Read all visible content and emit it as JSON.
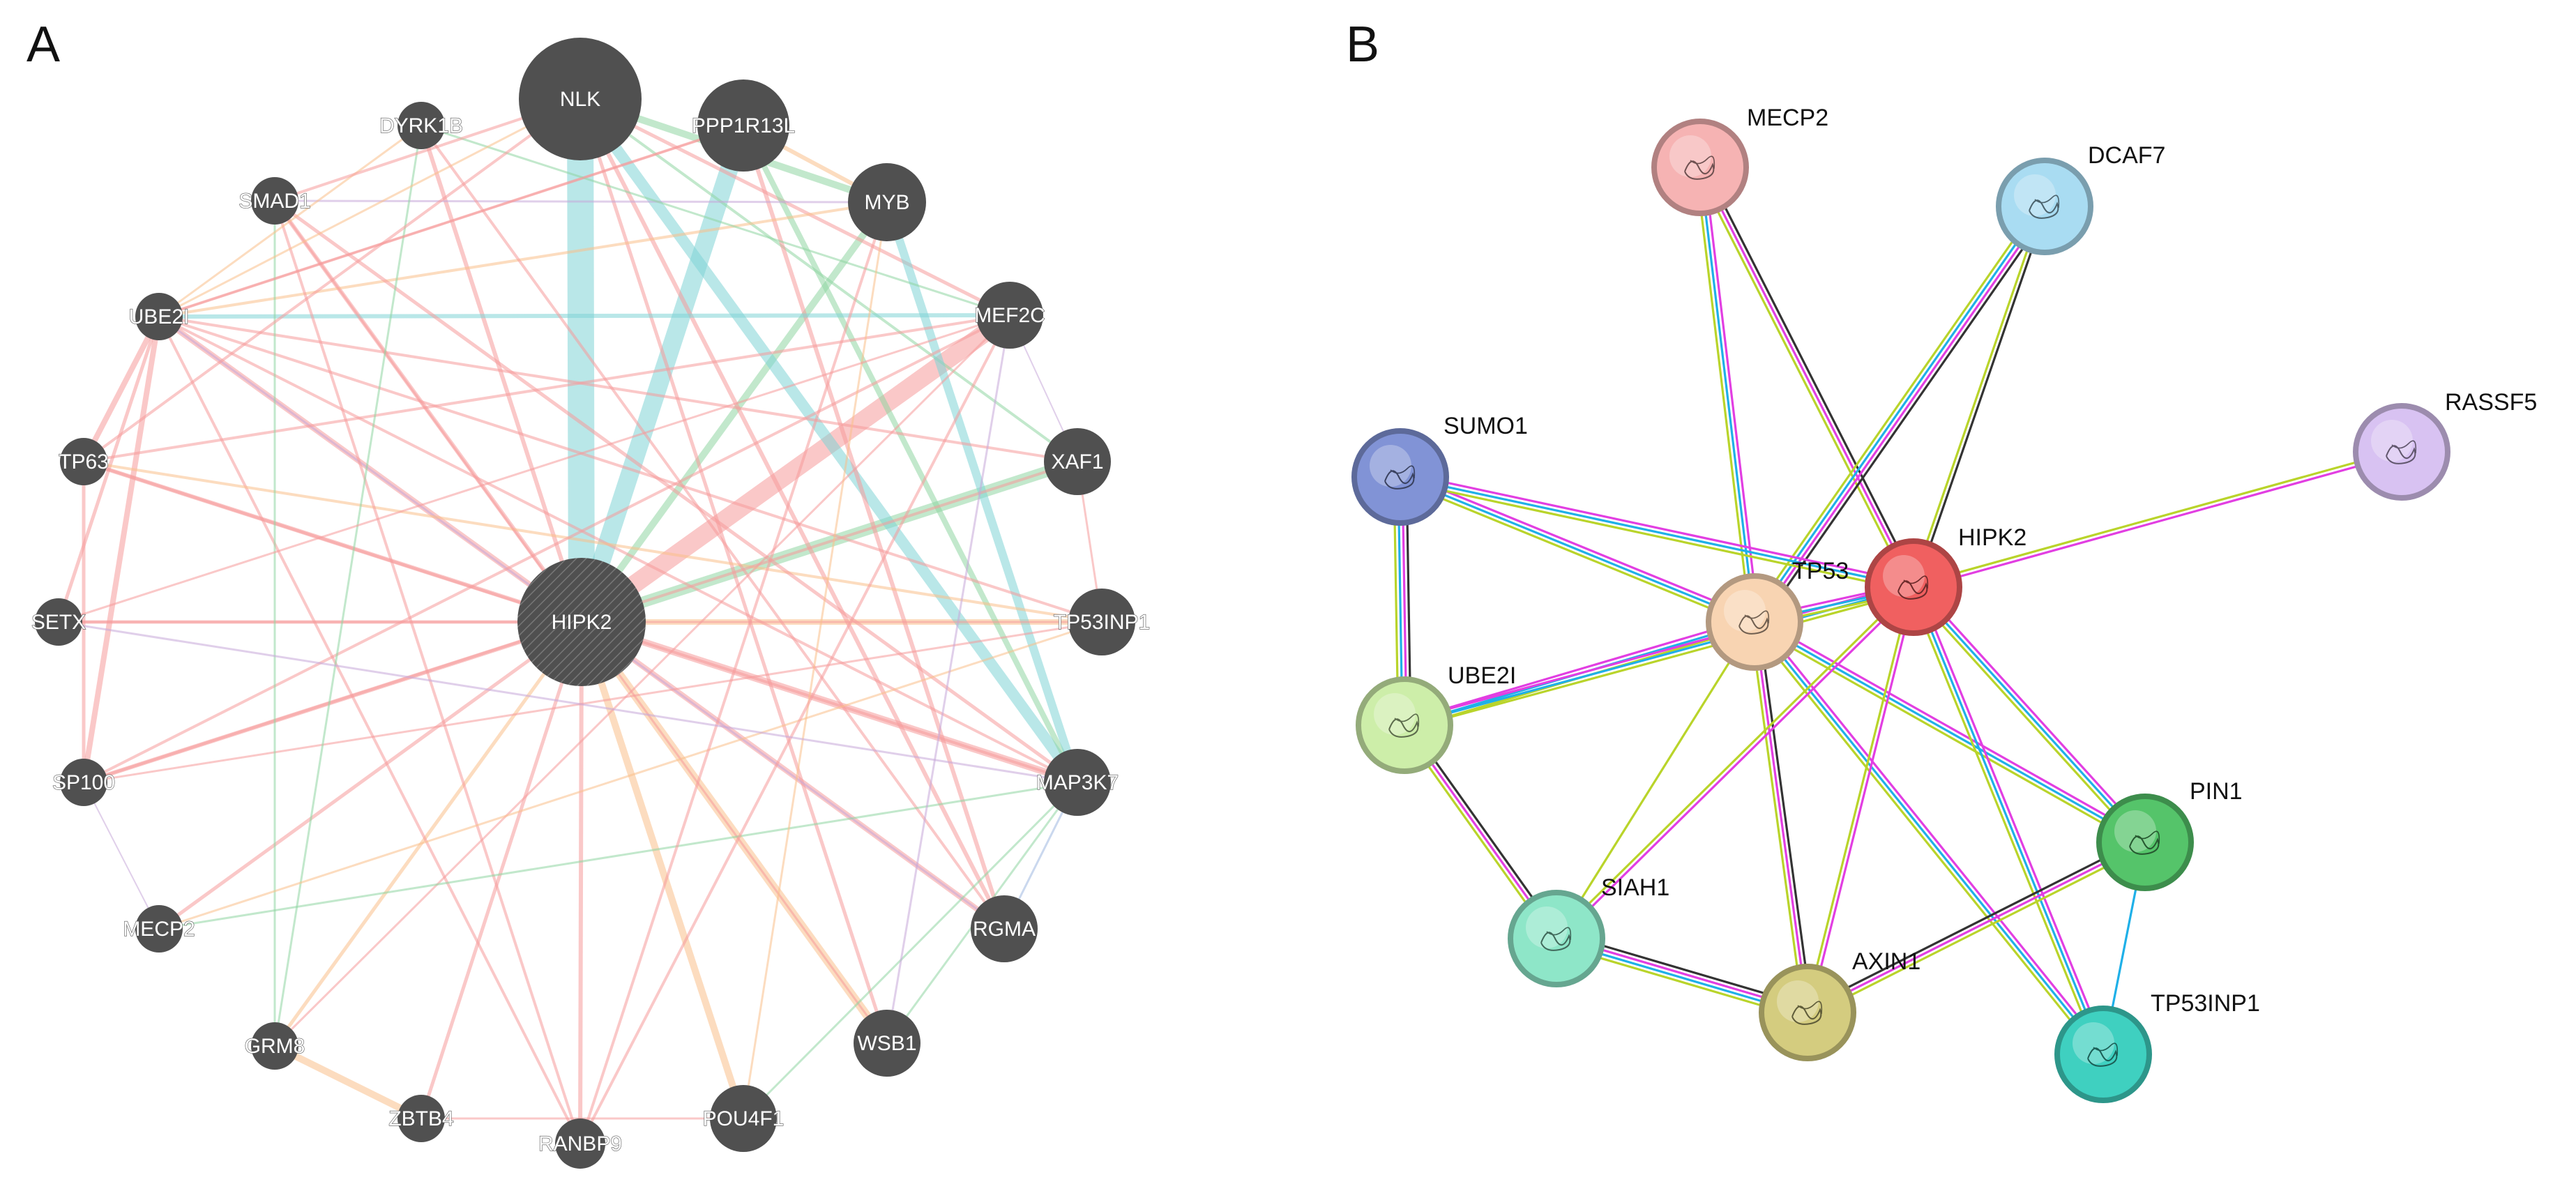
{
  "panels": {
    "a": {
      "letter": "A"
    },
    "b": {
      "letter": "B"
    }
  },
  "network_a": {
    "node_color": "#505050",
    "nodes": [
      {
        "id": "NLK",
        "label": "NLK"
      },
      {
        "id": "PPP1R13L",
        "label": "PPP1R13L"
      },
      {
        "id": "DYRK1B",
        "label": "DYRK1B"
      },
      {
        "id": "MYB",
        "label": "MYB"
      },
      {
        "id": "SMAD1",
        "label": "SMAD1"
      },
      {
        "id": "MEF2C",
        "label": "MEF2C"
      },
      {
        "id": "UBE2I",
        "label": "UBE2I"
      },
      {
        "id": "XAF1",
        "label": "XAF1"
      },
      {
        "id": "TP63",
        "label": "TP63"
      },
      {
        "id": "HIPK2",
        "label": "HIPK2"
      },
      {
        "id": "SETX",
        "label": "SETX"
      },
      {
        "id": "TP53INP1",
        "label": "TP53INP1"
      },
      {
        "id": "SP100",
        "label": "SP100"
      },
      {
        "id": "MAP3K7",
        "label": "MAP3K7"
      },
      {
        "id": "MECP2",
        "label": "MECP2"
      },
      {
        "id": "RGMA",
        "label": "RGMA"
      },
      {
        "id": "GRM8",
        "label": "GRM8"
      },
      {
        "id": "WSB1",
        "label": "WSB1"
      },
      {
        "id": "ZBTB4",
        "label": "ZBTB4"
      },
      {
        "id": "POU4F1",
        "label": "POU4F1"
      },
      {
        "id": "RANBP9",
        "label": "RANBP9"
      }
    ],
    "edge_colors": {
      "pink": "#f59a9a",
      "cyan": "#7fd3d6",
      "green": "#8fd6a3",
      "orange": "#f9c08a",
      "purple": "#c7a8d8",
      "blue": "#9fb8e0"
    }
  },
  "network_b": {
    "nodes": [
      {
        "id": "MECP2",
        "label": "MECP2",
        "color": "#f6b3b3"
      },
      {
        "id": "DCAF7",
        "label": "DCAF7",
        "color": "#a9dcf2"
      },
      {
        "id": "RASSF5",
        "label": "RASSF5",
        "color": "#d8c2f2"
      },
      {
        "id": "SUMO1",
        "label": "SUMO1",
        "color": "#8193d6"
      },
      {
        "id": "HIPK2",
        "label": "HIPK2",
        "color": "#f06060"
      },
      {
        "id": "TP53",
        "label": "TP53",
        "color": "#f8d4b2"
      },
      {
        "id": "UBE2I",
        "label": "UBE2I",
        "color": "#cdeea9"
      },
      {
        "id": "PIN1",
        "label": "PIN1",
        "color": "#55c46a"
      },
      {
        "id": "SIAH1",
        "label": "SIAH1",
        "color": "#8ee6c8"
      },
      {
        "id": "AXIN1",
        "label": "AXIN1",
        "color": "#d4cc7f"
      },
      {
        "id": "TP53INP1",
        "label": "TP53INP1",
        "color": "#3fd0c0"
      }
    ],
    "evidence_colors": {
      "experimental": "#e23ee2",
      "database": "#1fb0e8",
      "textmining": "#b9d42a",
      "coexpression": "#333333"
    }
  }
}
